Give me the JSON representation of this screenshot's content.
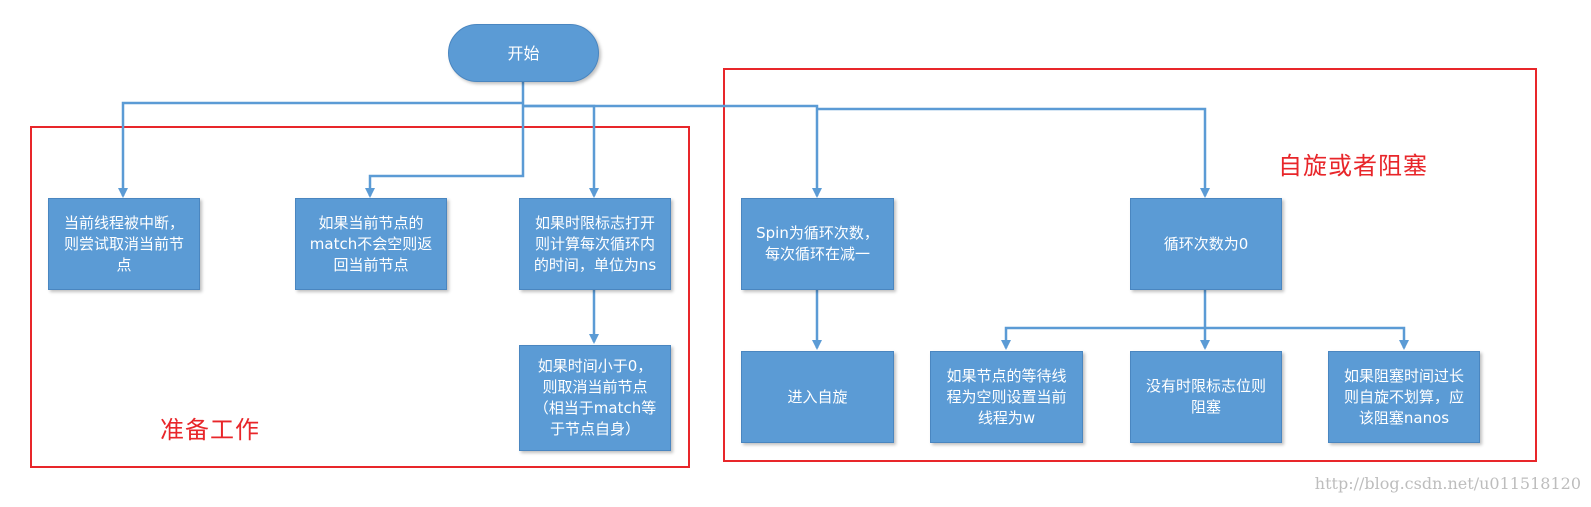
{
  "nodes": {
    "start": "开始",
    "interrupt": "当前线程被中断，\n则尝试取消当前节\n点",
    "match": "如果当前节点的\nmatch不会空则返\n回当前节点",
    "time_limit": "如果时限标志打开\n则计算每次循环内\n的时间，单位为ns",
    "time_less_zero": "如果时间小于0，\n则取消当前节点\n（相当于match等\n于节点自身）",
    "spin": "Spin为循环次数，\n每次循环在减一",
    "enter_spin": "进入自旋",
    "loop_zero": "循环次数为0",
    "set_waiter": "如果节点的等待线\n程为空则设置当前\n线程为w",
    "no_time_block": "没有时限标志位则\n阻塞",
    "block_nanos": "如果阻塞时间过长\n则自旋不划算，应\n该阻塞nanos"
  },
  "regions": {
    "prepare": "准备工作",
    "spin_or_block": "自旋或者阻塞"
  },
  "watermark": "http://blog.csdn.net/u011518120",
  "colors": {
    "node_fill": "#5b9bd5",
    "connector": "#5b9bd5",
    "region_border": "#e8262a"
  }
}
